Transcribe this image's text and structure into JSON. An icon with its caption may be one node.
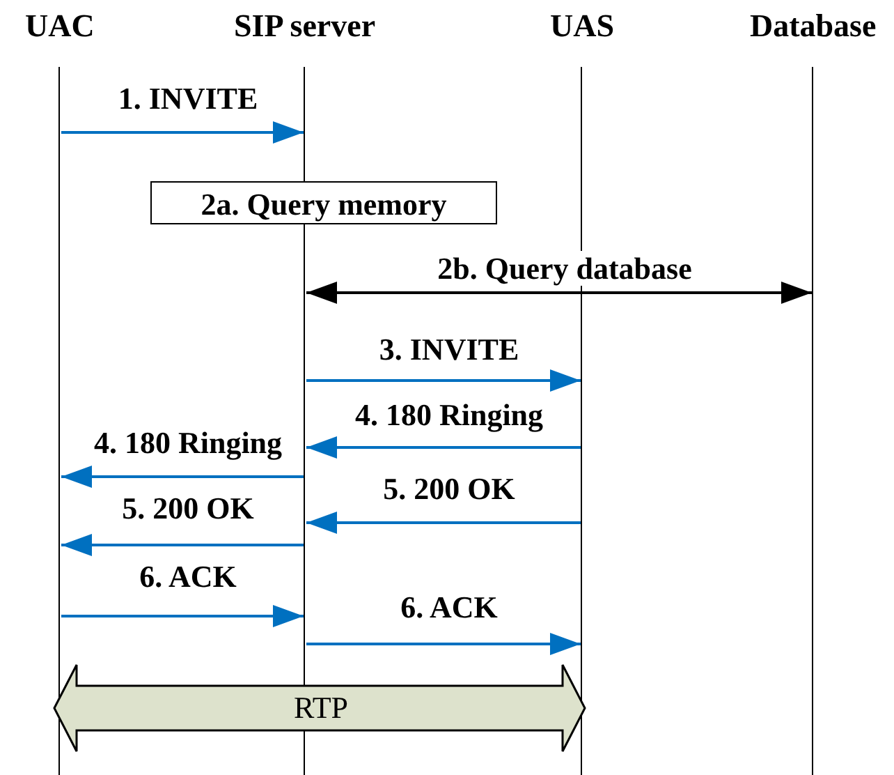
{
  "diagram": {
    "nodes": [
      {
        "text": [
          "UAC"
        ]
      },
      {
        "text": [
          "SIP server"
        ]
      },
      {
        "text": [
          "UAS"
        ]
      },
      {
        "text": [
          "Database"
        ]
      },
      {
        "text": [
          "2a. Query memory"
        ]
      }
    ],
    "edges": [
      {
        "from": 0,
        "to": 1,
        "arrow": "to",
        "label": "1. INVITE"
      },
      {
        "from": 1,
        "to": 3,
        "arrow": "both",
        "label": "2b. Query database",
        "color": "#000000"
      },
      {
        "from": 1,
        "to": 2,
        "arrow": "to",
        "label": "3. INVITE"
      },
      {
        "from": 2,
        "to": 1,
        "arrow": "to",
        "label": "4. 180 Ringing"
      },
      {
        "from": 1,
        "to": 0,
        "arrow": "to",
        "label": "4. 180 Ringing"
      },
      {
        "from": 2,
        "to": 1,
        "arrow": "to",
        "label": "5. 200 OK"
      },
      {
        "from": 1,
        "to": 0,
        "arrow": "to",
        "label": "5. 200 OK"
      },
      {
        "from": 0,
        "to": 1,
        "arrow": "to",
        "label": "6. ACK"
      },
      {
        "from": 1,
        "to": 2,
        "arrow": "to",
        "label": "6. ACK"
      },
      {
        "from": 0,
        "to": 2,
        "arrow": "both",
        "label": "RTP",
        "style": "thick",
        "color": "#000000"
      }
    ]
  }
}
